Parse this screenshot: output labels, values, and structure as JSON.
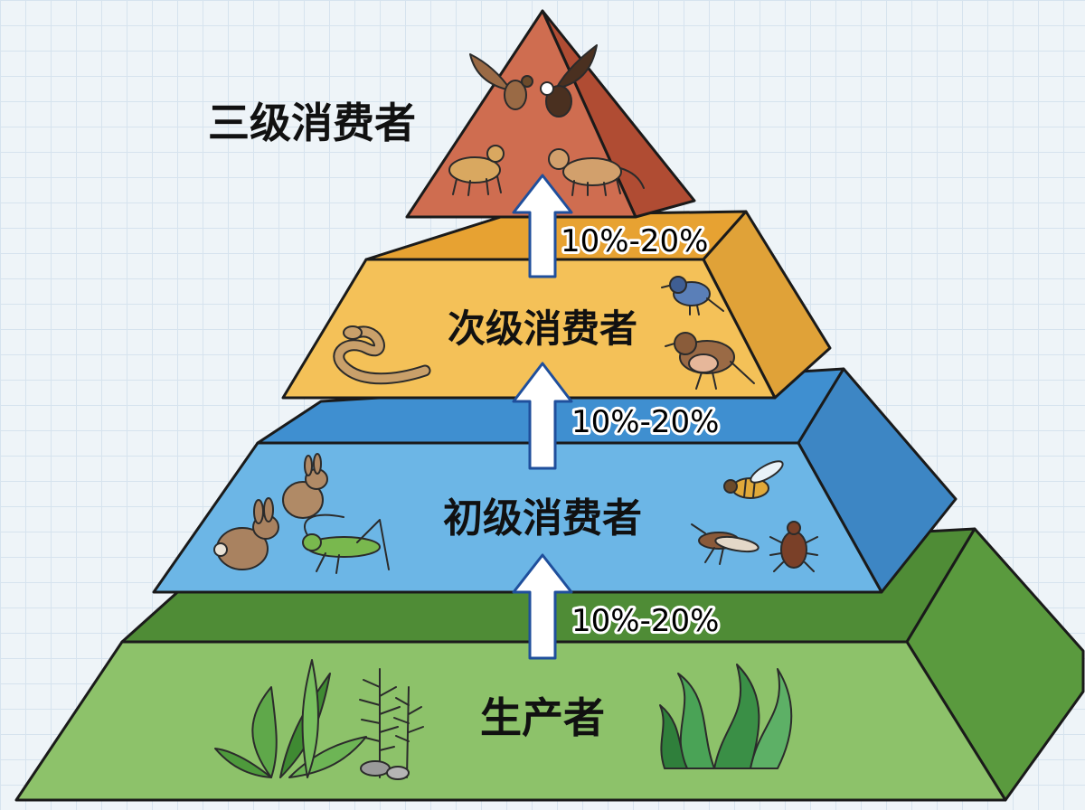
{
  "diagram": {
    "tiers": [
      {
        "id": "tertiary",
        "label": "三级消费者",
        "icons": [
          "hawk-icon",
          "eagle-icon",
          "cheetah-icon",
          "lion-icon"
        ]
      },
      {
        "id": "secondary",
        "label": "次级消费者",
        "icons": [
          "snake-icon",
          "bluebird-icon",
          "thrush-icon"
        ]
      },
      {
        "id": "primary",
        "label": "初级消费者",
        "icons": [
          "rabbit-icon",
          "rabbit-icon",
          "grasshopper-icon",
          "bee-icon",
          "fly-icon",
          "beetle-icon"
        ]
      },
      {
        "id": "producer",
        "label": "生产者",
        "icons": [
          "plant-icon",
          "plant-icon",
          "seaweed-icon"
        ]
      }
    ],
    "transfers": [
      {
        "from": "primary",
        "to": "secondary",
        "label": "10%-20%"
      },
      {
        "from": "secondary",
        "to": "tertiary",
        "label": "10%-20%"
      },
      {
        "from": "producer",
        "to": "primary",
        "label": "10%-20%"
      }
    ],
    "colors": {
      "producer": "#8dc26a",
      "producer_dark": "#5a9a3e",
      "producer_top": "#4f8c36",
      "primary": "#6cb6e6",
      "primary_dark": "#3d86c4",
      "primary_top": "#3f8fd0",
      "secondary": "#f4c158",
      "secondary_dark": "#e0a238",
      "secondary_top": "#e7a232",
      "tertiary": "#cf6d50",
      "tertiary_dark": "#b04c33",
      "arrow": "#ffffff",
      "arrow_outline": "#1f4f9c"
    }
  }
}
